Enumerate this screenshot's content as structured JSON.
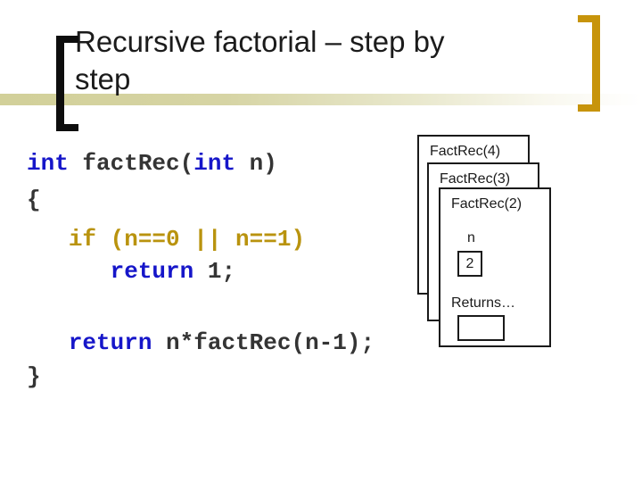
{
  "slide": {
    "title": {
      "text": "Recursive factorial – step by step",
      "lines": [
        "Recursive factorial – step by",
        "step"
      ]
    }
  },
  "code": {
    "lines": [
      {
        "segments": [
          {
            "text": "int",
            "type": "keyword"
          },
          {
            "text": " factRec(",
            "type": "plain"
          },
          {
            "text": "int",
            "type": "keyword"
          },
          {
            "text": " n)",
            "type": "plain"
          }
        ]
      },
      {
        "segments": [
          {
            "text": "{",
            "type": "plain"
          }
        ]
      },
      {
        "segments": [
          {
            "text": "   ",
            "type": "plain"
          },
          {
            "text": "if (n==0 || n==1)",
            "type": "condition"
          }
        ]
      },
      {
        "segments": [
          {
            "text": "      ",
            "type": "plain"
          },
          {
            "text": "return",
            "type": "keyword"
          },
          {
            "text": " 1;",
            "type": "plain"
          }
        ]
      },
      {
        "segments": [
          {
            "text": "   ",
            "type": "plain"
          },
          {
            "text": "return",
            "type": "keyword"
          },
          {
            "text": " n*factRec(n-1);",
            "type": "plain"
          }
        ]
      },
      {
        "segments": [
          {
            "text": "}",
            "type": "plain"
          }
        ]
      }
    ]
  },
  "stack": {
    "frames": [
      {
        "label": "FactRec(4)"
      },
      {
        "label": "FactRec(3)"
      },
      {
        "label": "FactRec(2)"
      }
    ],
    "active_frame": {
      "var_name": "n",
      "var_value": "2",
      "returns_label": "Returns…",
      "return_value": ""
    }
  },
  "colors": {
    "title-text": "#1b1b1b",
    "bracket-left": "#0d0d0d",
    "bracket-right": "#c7940b",
    "rule-olive": "#d5d3a1",
    "code-keyword": "#1616c9",
    "code-plain": "#343434",
    "code-condition": "#b9930e",
    "box-border": "#1a1a1a"
  }
}
